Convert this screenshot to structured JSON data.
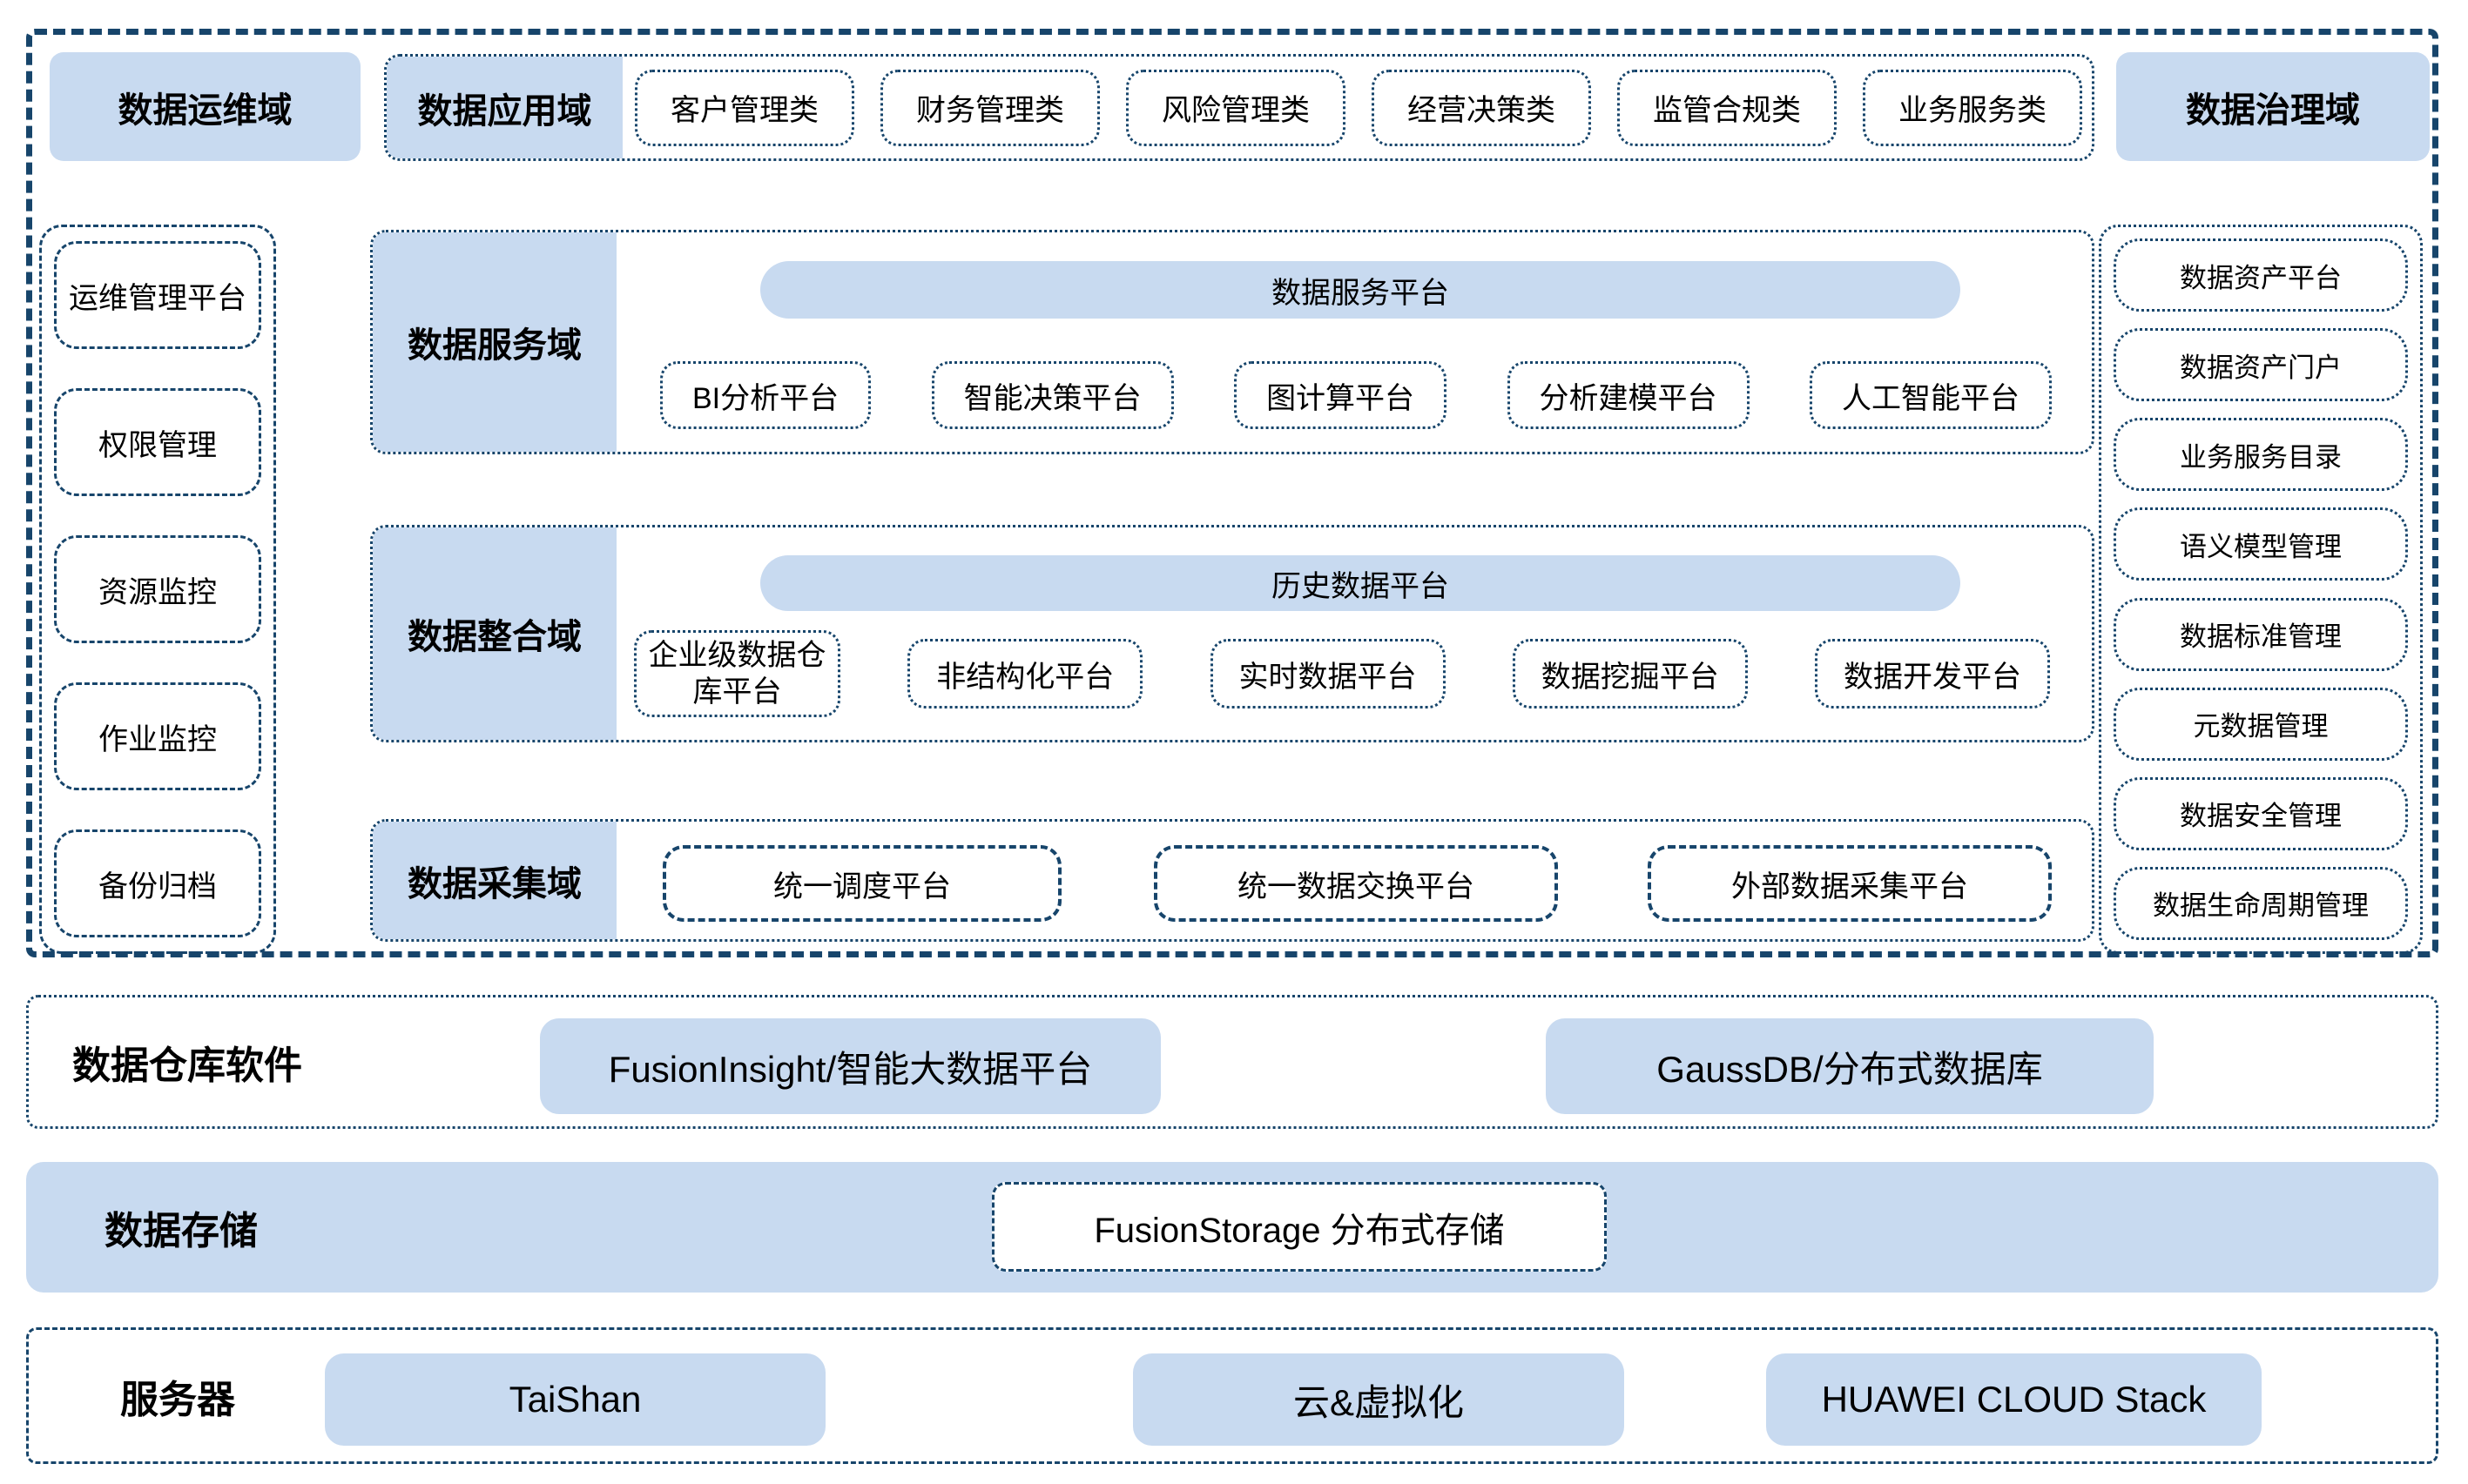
{
  "colors": {
    "light_blue": "#c8daf0",
    "dash_navy": "#17456b",
    "text": "#000000"
  },
  "top": {
    "ops_label": "数据运维域",
    "app_label": "数据应用域",
    "app_chips": [
      "客户管理类",
      "财务管理类",
      "风险管理类",
      "经营决策类",
      "监管合规类",
      "业务服务类"
    ],
    "gov_label": "数据治理域"
  },
  "left_panel": {
    "items": [
      "运维管理平台",
      "权限管理",
      "资源监控",
      "作业监控",
      "备份归档"
    ]
  },
  "right_panel": {
    "items": [
      "数据资产平台",
      "数据资产门户",
      "业务服务目录",
      "语义模型管理",
      "数据标准管理",
      "元数据管理",
      "数据安全管理",
      "数据生命周期管理"
    ]
  },
  "service": {
    "label": "数据服务域",
    "bar": "数据服务平台",
    "chips": [
      "BI分析平台",
      "智能决策平台",
      "图计算平台",
      "分析建模平台",
      "人工智能平台"
    ]
  },
  "integration": {
    "label": "数据整合域",
    "bar": "历史数据平台",
    "chips": [
      "企业级数据仓库平台",
      "非结构化平台",
      "实时数据平台",
      "数据挖掘平台",
      "数据开发平台"
    ]
  },
  "collection": {
    "label": "数据采集域",
    "chips": [
      "统一调度平台",
      "统一数据交换平台",
      "外部数据采集平台"
    ]
  },
  "warehouse": {
    "label": "数据仓库软件",
    "boxes": [
      "FusionInsight/智能大数据平台",
      "GaussDB/分布式数据库"
    ]
  },
  "storage": {
    "label": "数据存储",
    "box": "FusionStorage 分布式存储"
  },
  "server": {
    "label": "服务器",
    "boxes": [
      "TaiShan",
      "云&虚拟化",
      "HUAWEI CLOUD Stack"
    ]
  }
}
